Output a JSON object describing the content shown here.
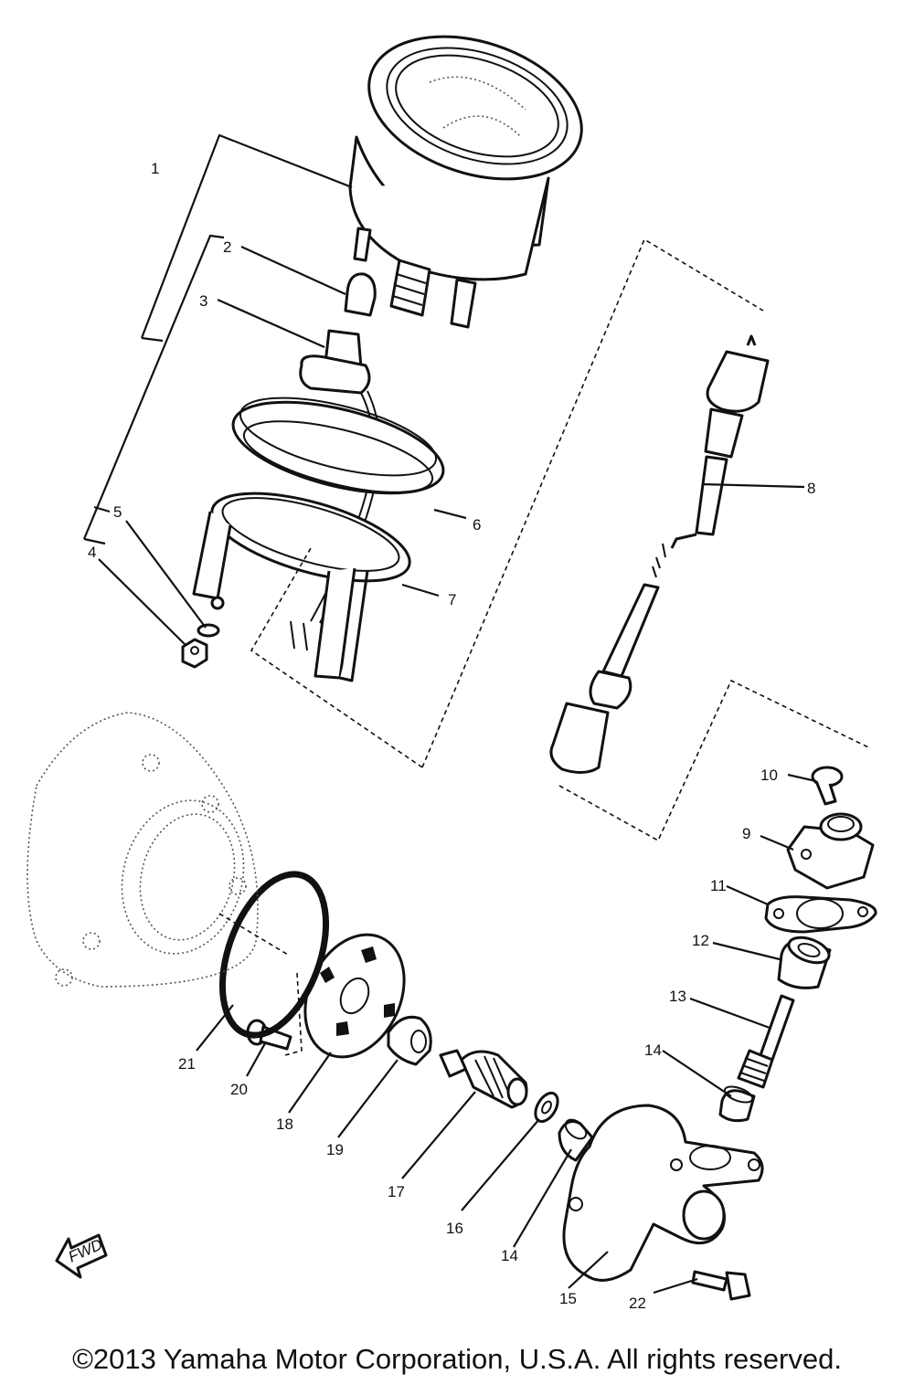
{
  "callouts": [
    {
      "id": "c1",
      "text": "1"
    },
    {
      "id": "c2",
      "text": "2"
    },
    {
      "id": "c3",
      "text": "3"
    },
    {
      "id": "c4",
      "text": "4"
    },
    {
      "id": "c5",
      "text": "5"
    },
    {
      "id": "c6",
      "text": "6"
    },
    {
      "id": "c7",
      "text": "7"
    },
    {
      "id": "c8",
      "text": "8"
    },
    {
      "id": "c9",
      "text": "9"
    },
    {
      "id": "c10",
      "text": "10"
    },
    {
      "id": "c11",
      "text": "11"
    },
    {
      "id": "c12",
      "text": "12"
    },
    {
      "id": "c13",
      "text": "13"
    },
    {
      "id": "c14a",
      "text": "14"
    },
    {
      "id": "c14b",
      "text": "14"
    },
    {
      "id": "c15",
      "text": "15"
    },
    {
      "id": "c16",
      "text": "16"
    },
    {
      "id": "c17",
      "text": "17"
    },
    {
      "id": "c18",
      "text": "18"
    },
    {
      "id": "c19",
      "text": "19"
    },
    {
      "id": "c20",
      "text": "20"
    },
    {
      "id": "c21",
      "text": "21"
    },
    {
      "id": "c22",
      "text": "22"
    }
  ],
  "fwd_arrow": {
    "text": "FWD"
  },
  "copyright": "©2013 Yamaha Motor Corporation, U.S.A. All rights reserved."
}
